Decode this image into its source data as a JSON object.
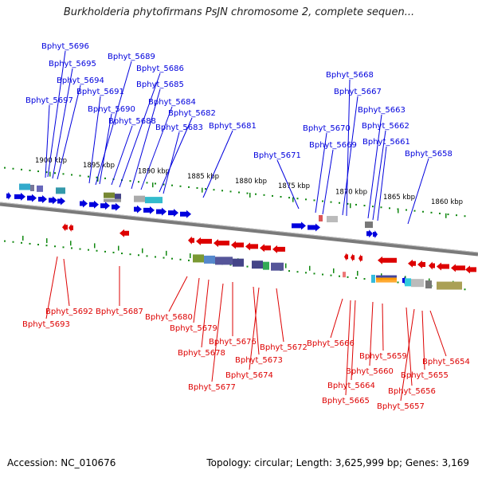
{
  "title": "Burkholderia phytofirmans PsJN chromosome 2, complete sequen...",
  "accession": "Accession: NC_010676",
  "summary": "Topology: circular; Length: 3,625,999 bp; Genes: 3,169",
  "colors": {
    "forward": "#0000dd",
    "reverse": "#dd0000",
    "backbone": "#7a7a7a",
    "scale": "#118811"
  },
  "scale_ticks": [
    "1900 kbp",
    "1895 kbp",
    "1890 kbp",
    "1885 kbp",
    "1880 kbp",
    "1875 kbp",
    "1870 kbp",
    "1865 kbp",
    "1860 kbp"
  ],
  "forward_genes": [
    "Bphyt_5696",
    "Bphyt_5695",
    "Bphyt_5694",
    "Bphyt_5697",
    "Bphyt_5689",
    "Bphyt_5686",
    "Bphyt_5685",
    "Bphyt_5691",
    "Bphyt_5684",
    "Bphyt_5690",
    "Bphyt_5682",
    "Bphyt_5688",
    "Bphyt_5683",
    "Bphyt_5681",
    "Bphyt_5671",
    "Bphyt_5668",
    "Bphyt_5667",
    "Bphyt_5663",
    "Bphyt_5670",
    "Bphyt_5662",
    "Bphyt_5669",
    "Bphyt_5661",
    "Bphyt_5658"
  ],
  "reverse_genes": [
    "Bphyt_5692",
    "Bphyt_5693",
    "Bphyt_5687",
    "Bphyt_5680",
    "Bphyt_5679",
    "Bphyt_5678",
    "Bphyt_5677",
    "Bphyt_5676",
    "Bphyt_5674",
    "Bphyt_5673",
    "Bphyt_5672",
    "Bphyt_5666",
    "Bphyt_5665",
    "Bphyt_5664",
    "Bphyt_5660",
    "Bphyt_5659",
    "Bphyt_5657",
    "Bphyt_5656",
    "Bphyt_5655",
    "Bphyt_5654"
  ]
}
